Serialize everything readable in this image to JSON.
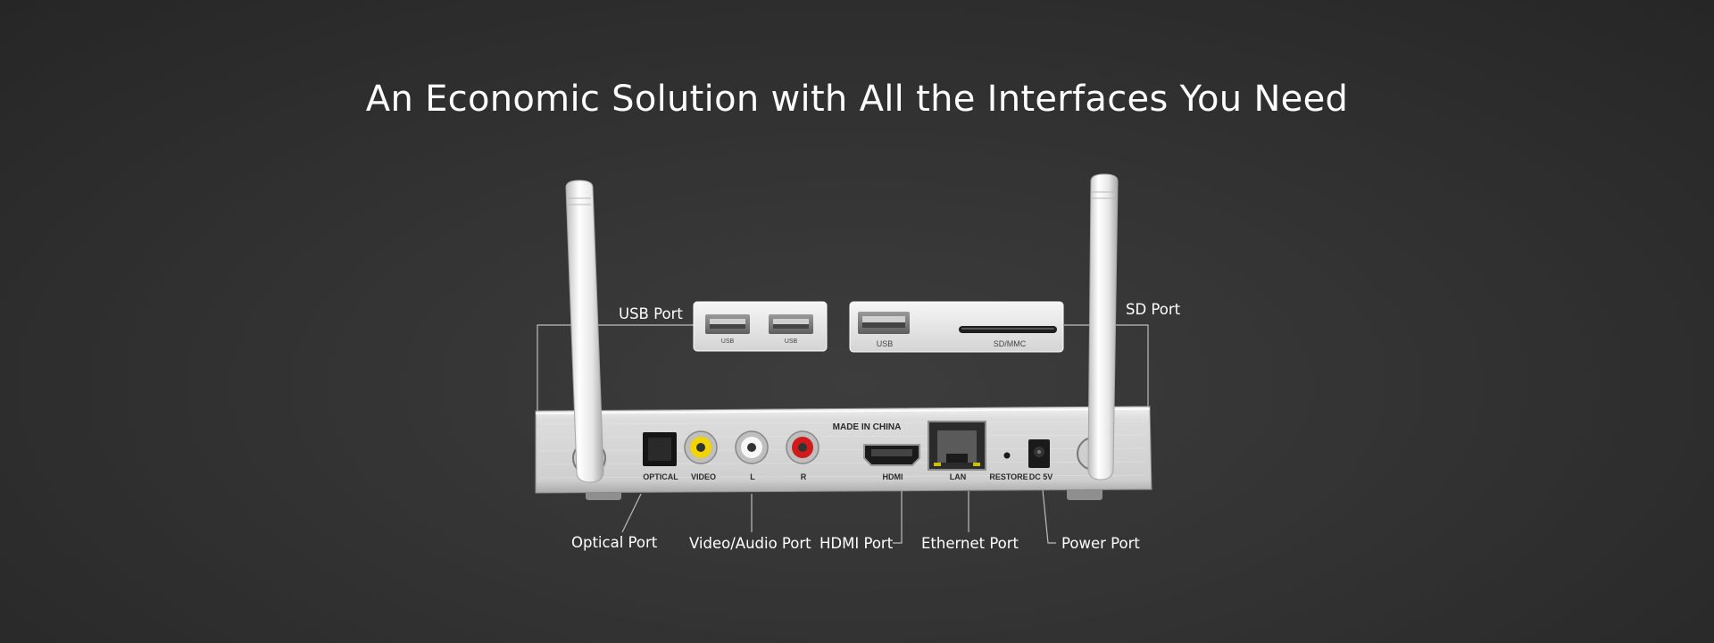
{
  "headline": "An Economic Solution with All the Interfaces You Need",
  "callouts": {
    "usb_port": "USB Port",
    "sd_port": "SD Port",
    "optical_port": "Optical  Port",
    "video_audio_port": "Video/Audio Port",
    "hdmi_port": "HDMI Port",
    "ethernet_port": "Ethernet Port",
    "power_port": "Power Port"
  },
  "device_labels": {
    "made_in": "MADE IN CHINA",
    "optical": "OPTICAL",
    "video": "VIDEO",
    "left": "L",
    "right": "R",
    "hdmi": "HDMI",
    "lan": "LAN",
    "restore": "RESTORE",
    "dc": "DC 5V"
  },
  "panel_labels": {
    "usb_a": "USB",
    "usb_b": "USB",
    "usb_c": "USB",
    "sd": "SD/MMC"
  },
  "colors": {
    "background": "#333333",
    "chassis": "#d9d9d9",
    "antenna": "#eeeeee",
    "video_jack": "#f2d400",
    "audio_right_jack": "#d11a1a"
  }
}
